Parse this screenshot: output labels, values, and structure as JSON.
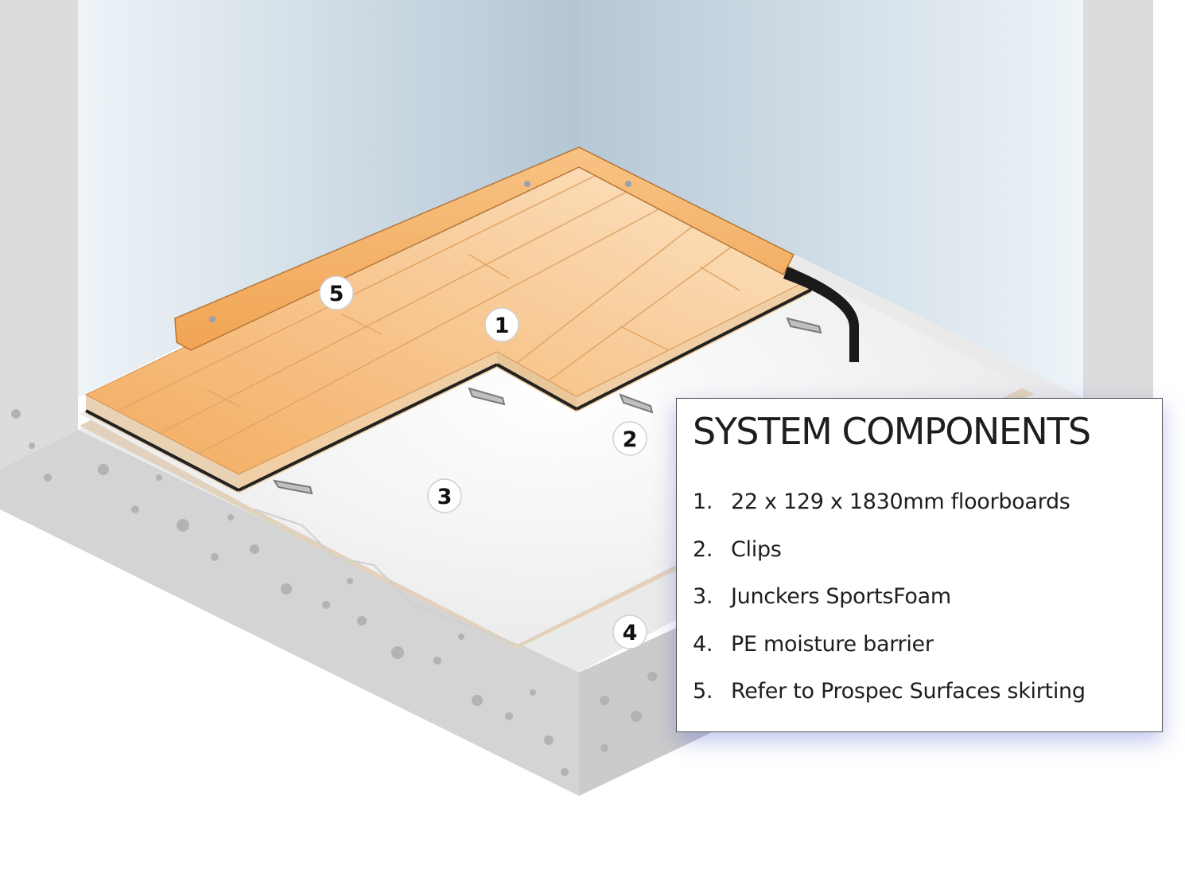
{
  "diagram": {
    "markers": [
      "1",
      "2",
      "3",
      "4",
      "5"
    ]
  },
  "legend": {
    "title": "SYSTEM COMPONENTS",
    "items": [
      {
        "num": "1.",
        "label": "22 x 129 x 1830mm floorboards"
      },
      {
        "num": "2.",
        "label": "Clips"
      },
      {
        "num": "3.",
        "label": "Junckers SportsFoam"
      },
      {
        "num": "4.",
        "label": "PE moisture barrier"
      },
      {
        "num": "5.",
        "label": "Refer to Prospec Surfaces skirting"
      }
    ]
  },
  "colors": {
    "wall": "#c5d4df",
    "concrete": "#dcdcdc",
    "foam": "#efefef",
    "barrier": "#e2d2bd",
    "floorboard": "#f6c289",
    "skirting": "#f3a95f"
  }
}
